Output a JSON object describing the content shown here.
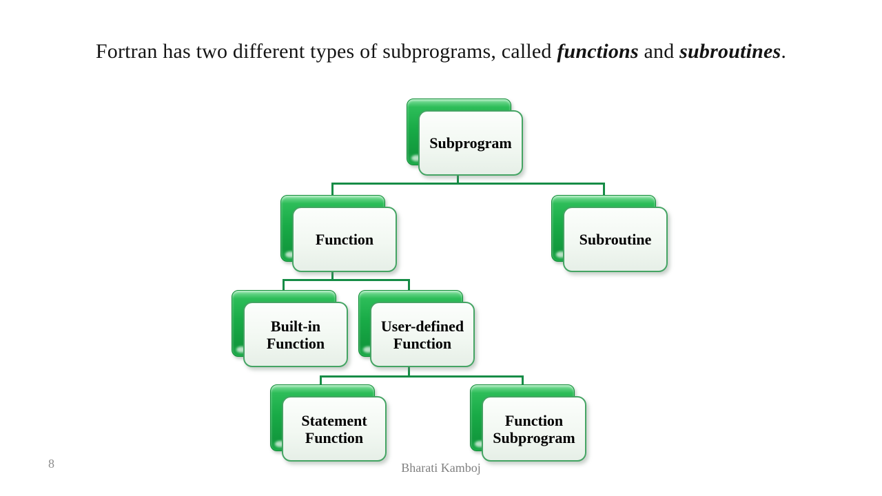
{
  "slide": {
    "title": {
      "part1": "Fortran has two different types of subprograms, called ",
      "emphasis_functions": "functions",
      "part2": " and ",
      "emphasis_subroutines": "subroutines",
      "part3": "."
    },
    "page_number": "8",
    "footer_author": "Bharati Kamboj"
  },
  "colors": {
    "node_green": "#1bab48",
    "node_green_dark": "#12993d",
    "node_front_light": "#f2f8f2",
    "node_border": "#44a463",
    "connector_green": "#168c46",
    "footer_gray": "#7f7f7f",
    "title_color": "#141414"
  },
  "diagram": {
    "type": "hierarchy",
    "nodes": [
      {
        "id": "subprogram",
        "label": "Subprogram",
        "parent": null
      },
      {
        "id": "function",
        "label": "Function",
        "parent": "subprogram"
      },
      {
        "id": "subroutine",
        "label": "Subroutine",
        "parent": "subprogram"
      },
      {
        "id": "built-in-function",
        "label": "Built-in Function",
        "line1": "Built-in",
        "line2": "Function",
        "parent": "function"
      },
      {
        "id": "user-defined-function",
        "label": "User-defined Function",
        "line1": "User-defined",
        "line2": "Function",
        "parent": "function"
      },
      {
        "id": "statement-function",
        "label": "Statement Function",
        "line1": "Statement",
        "line2": "Function",
        "parent": "user-defined-function"
      },
      {
        "id": "function-subprogram",
        "label": "Function Subprogram",
        "line1": "Function",
        "line2": "Subprogram",
        "parent": "user-defined-function"
      }
    ]
  }
}
